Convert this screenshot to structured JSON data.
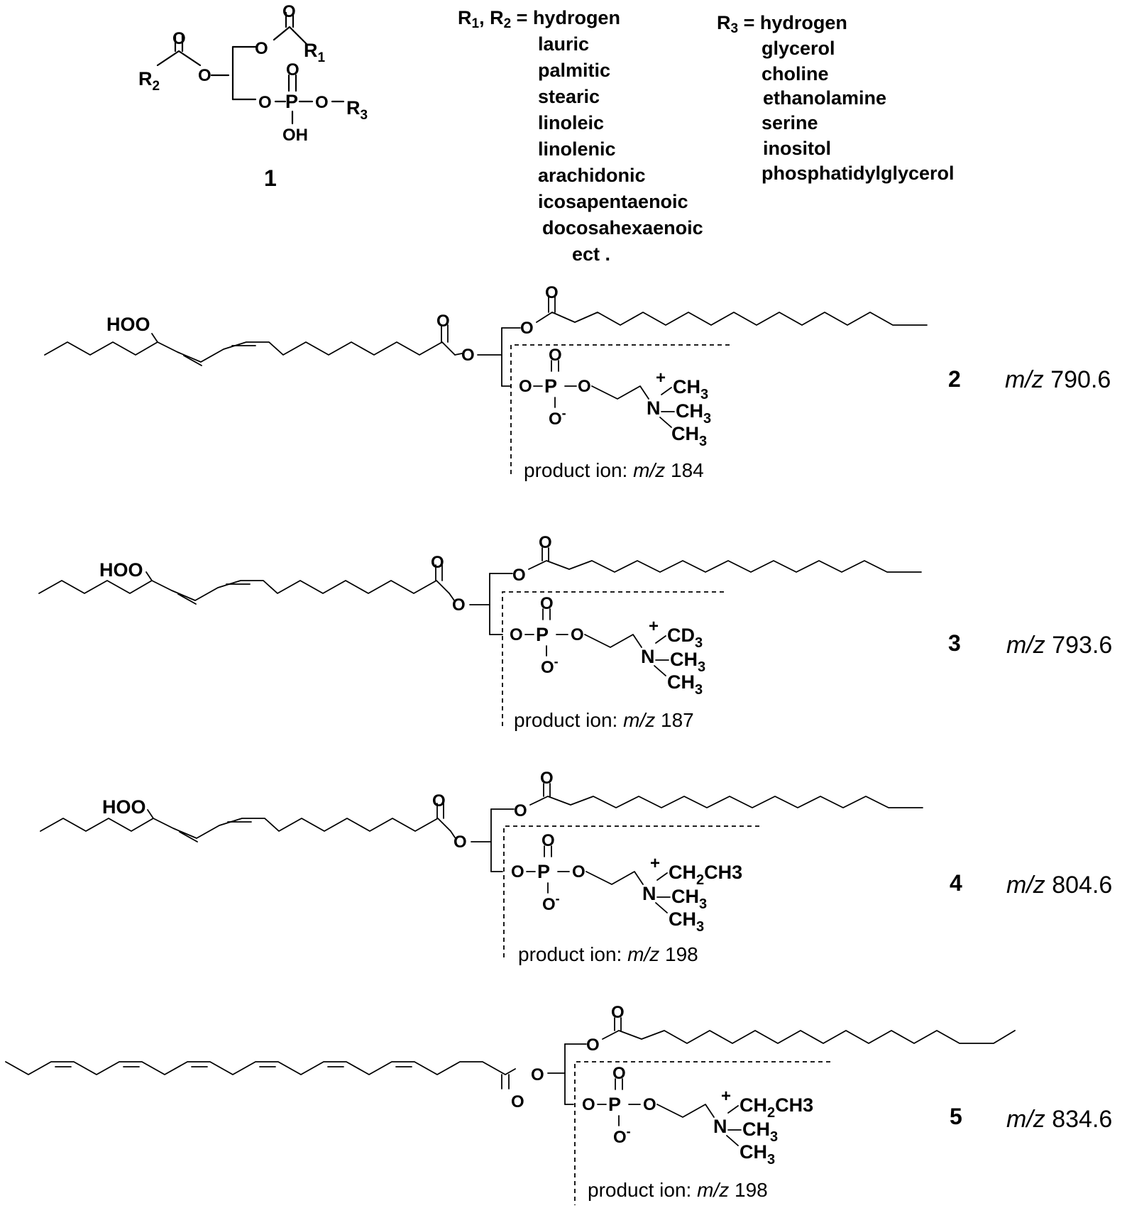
{
  "general": {
    "number": "1",
    "r1r2_prefix": "R",
    "r1_sub": "1",
    "r1r2_sep": ", R",
    "r2_sub": "2",
    "r1r2_eq": " = hydrogen",
    "r1r2_list": [
      "lauric",
      "palmitic",
      "stearic",
      "linoleic",
      "linolenic",
      "arachidonic",
      "icosapentaenoic",
      "docosahexaenoic",
      "ect ."
    ],
    "r3_prefix": "R",
    "r3_sub": "3",
    "r3_eq": " = hydrogen",
    "r3_list": [
      "glycerol",
      "choline",
      "ethanolamine",
      "serine",
      "inositol",
      "phosphatidylglycerol"
    ]
  },
  "compounds": [
    {
      "number": "2",
      "mz_label": "m/z",
      "mz_value": " 790.6",
      "product_ion_label": "product ion: ",
      "product_ion_mz": "m/z",
      "product_ion_value": " 184",
      "n_sub1_main": "CH",
      "n_sub1_sub": "3",
      "n_sub1_tail": ""
    },
    {
      "number": "3",
      "mz_label": "m/z",
      "mz_value": " 793.6",
      "product_ion_label": "product ion: ",
      "product_ion_mz": "m/z",
      "product_ion_value": " 187",
      "n_sub1_main": "CD",
      "n_sub1_sub": "3",
      "n_sub1_tail": ""
    },
    {
      "number": "4",
      "mz_label": "m/z",
      "mz_value": " 804.6",
      "product_ion_label": "product ion: ",
      "product_ion_mz": "m/z",
      "product_ion_value": " 198",
      "n_sub1_main": "CH",
      "n_sub1_sub": "2",
      "n_sub1_tail": "CH3"
    },
    {
      "number": "5",
      "mz_label": "m/z",
      "mz_value": " 834.6",
      "product_ion_label": "product ion: ",
      "product_ion_mz": "m/z",
      "product_ion_value": " 198",
      "n_sub1_main": "CH",
      "n_sub1_sub": "2",
      "n_sub1_tail": "CH3"
    }
  ],
  "atoms": {
    "O": "O",
    "P": "P",
    "OH": "OH",
    "HOO": "HOO",
    "N": "N",
    "plus": "+",
    "O_minus": "-",
    "CH": "CH",
    "sub3": "3",
    "R": "R"
  }
}
